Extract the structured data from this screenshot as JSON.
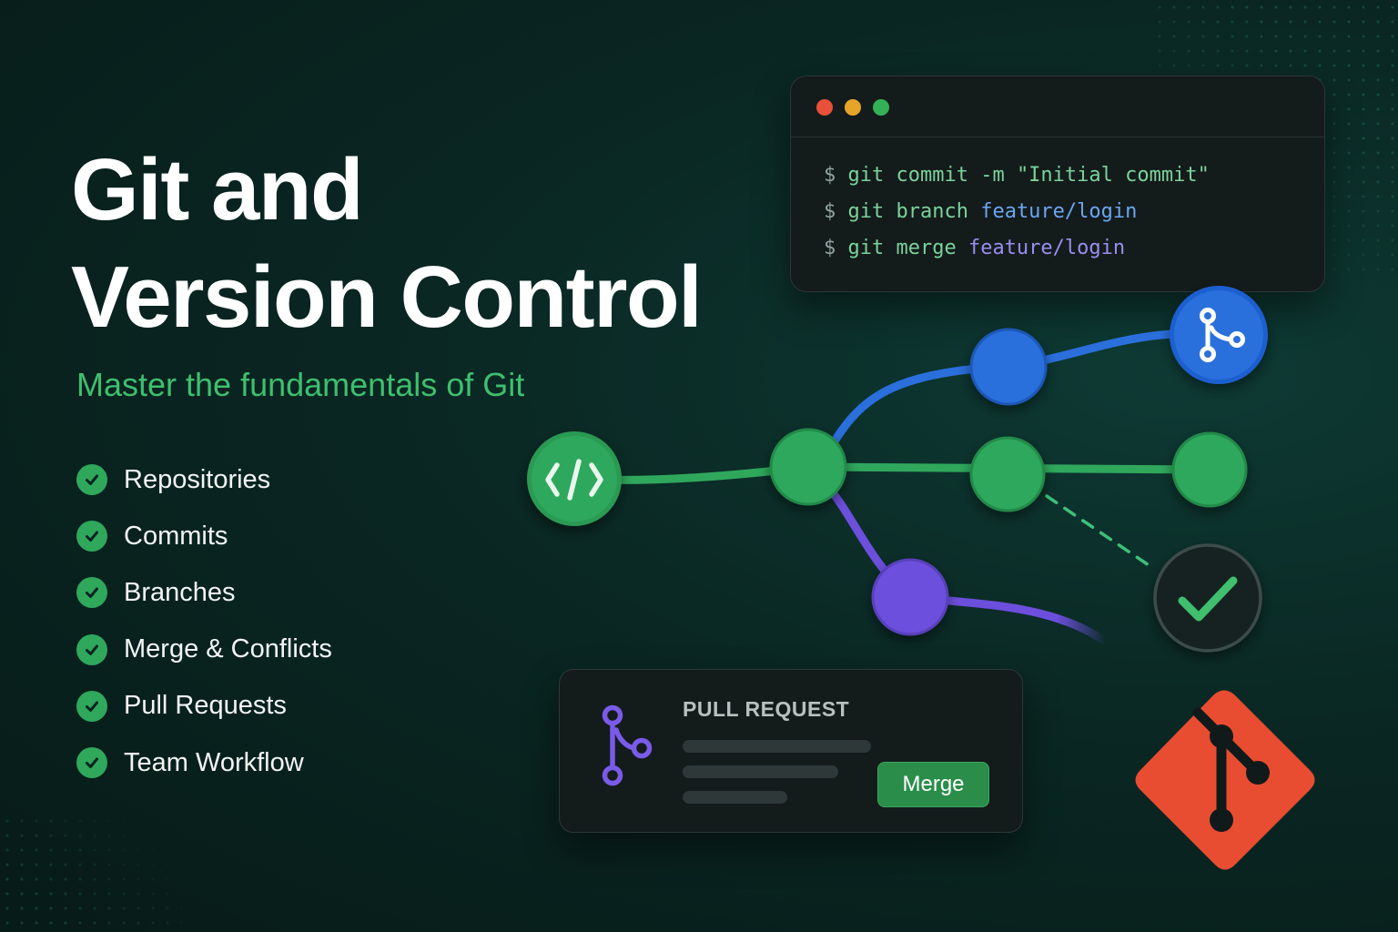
{
  "hero": {
    "title_line1": "Git and",
    "title_line2": "Version Control",
    "subtitle": "Master the fundamentals of Git"
  },
  "features": [
    "Repositories",
    "Commits",
    "Branches",
    "Merge & Conflicts",
    "Pull Requests",
    "Team Workflow"
  ],
  "terminal": {
    "lines": [
      {
        "prompt": "$ ",
        "command": "git commit -m ",
        "argument": "\"Initial commit\""
      },
      {
        "prompt": "$ ",
        "command": "git branch ",
        "argument": "feature/login"
      },
      {
        "prompt": "$ ",
        "command": "git merge ",
        "argument": "feature/login"
      }
    ]
  },
  "commit_graph": {
    "start_icon": "code-icon",
    "branch_icon": "git-branch-icon",
    "success_icon": "check-icon",
    "colors": {
      "main": "#2fa85c",
      "feature": "#2b6fdc",
      "topic": "#6c4fdc",
      "check": "#3fbf6e"
    }
  },
  "pull_request": {
    "title": "PULL REQUEST",
    "merge_label": "Merge",
    "icon": "git-branch-icon"
  },
  "git_logo": {
    "icon": "git-logo-icon",
    "color": "#e84d31"
  }
}
